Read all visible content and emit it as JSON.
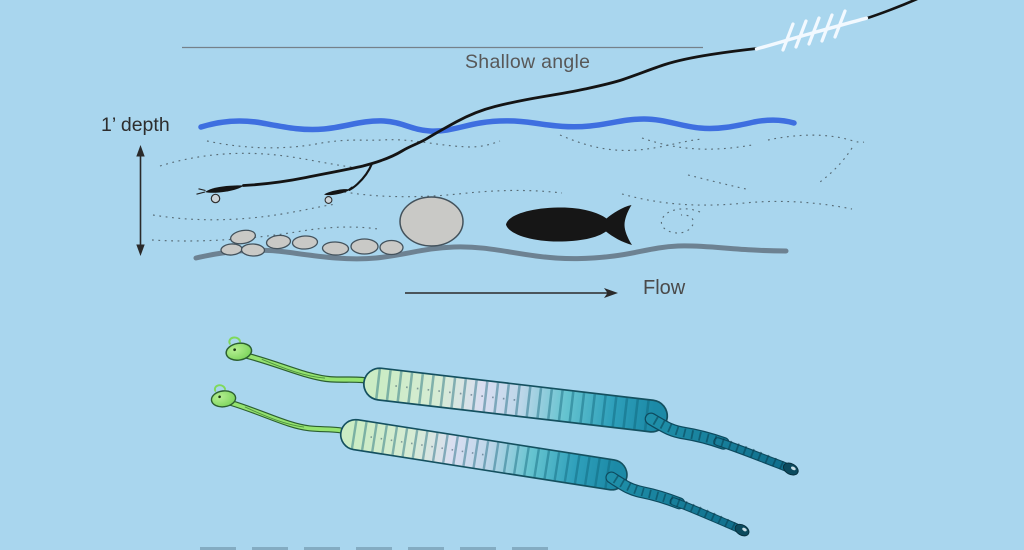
{
  "labels": {
    "shallow_angle": "Shallow angle",
    "depth": "1’ depth",
    "flow": "Flow"
  },
  "scene": {
    "colors": {
      "background": "#a9d6ee",
      "water_surface": "#3e6fe0",
      "riverbed": "#6d8292",
      "fishing_line": "#141414",
      "sighter": "#f2f9ff",
      "reference_line": "#75818a",
      "dotted_current": "#4a5a62",
      "rock_fill": "#c9c9c6",
      "rock_stroke": "#43525c",
      "fish": "#161616",
      "arrow": "#2a2a2a",
      "hook_bead": "#ccd4d9",
      "worm": {
        "head_green": "#84dd5f",
        "neck_green": "#94e370",
        "body_mint": "#cbecc4",
        "body_lavender": "#d9def1",
        "body_teal": "#2fa0bb",
        "body_deep_teal": "#1c8aa7",
        "rib": "#0d5f74",
        "tail": "#1f8fa9",
        "tip": "#0b4a5e"
      }
    }
  }
}
